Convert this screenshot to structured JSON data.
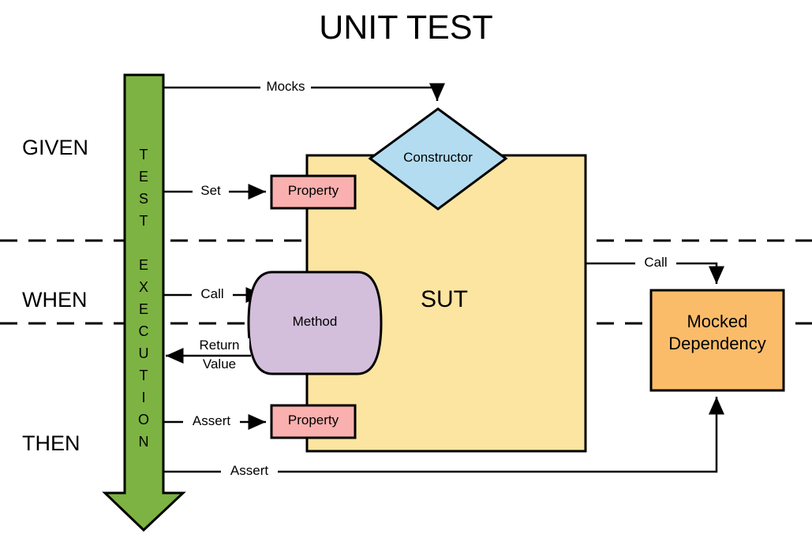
{
  "title": "UNIT TEST",
  "phases": [
    {
      "label": "GIVEN"
    },
    {
      "label": "WHEN"
    },
    {
      "label": "THEN"
    }
  ],
  "test_execution": {
    "text": "TEST EXECUTION",
    "letters": [
      "T",
      "E",
      "S",
      "T",
      "",
      "E",
      "X",
      "E",
      "C",
      "U",
      "T",
      "I",
      "O",
      "N"
    ],
    "color": "#7cb342"
  },
  "shapes": {
    "constructor": {
      "label": "Constructor",
      "color": "#b3dcf0"
    },
    "sut": {
      "label": "SUT",
      "color": "#fbe5a0"
    },
    "method": {
      "label": "Method",
      "color": "#d3bedb"
    },
    "property_top": {
      "label": "Property",
      "color": "#f9b0ae"
    },
    "property_bottom": {
      "label": "Property",
      "color": "#f9b0ae"
    },
    "mocked_dependency": {
      "label_line1": "Mocked",
      "label_line2": "Dependency",
      "color": "#fbbc6a"
    }
  },
  "edges": {
    "mocks": "Mocks",
    "set": "Set",
    "call_method": "Call",
    "return_value_line1": "Return",
    "return_value_line2": "Value",
    "assert_property": "Assert",
    "assert_mock": "Assert",
    "call_dependency": "Call"
  },
  "colors": {
    "stroke": "#000000",
    "background": "#ffffff"
  }
}
